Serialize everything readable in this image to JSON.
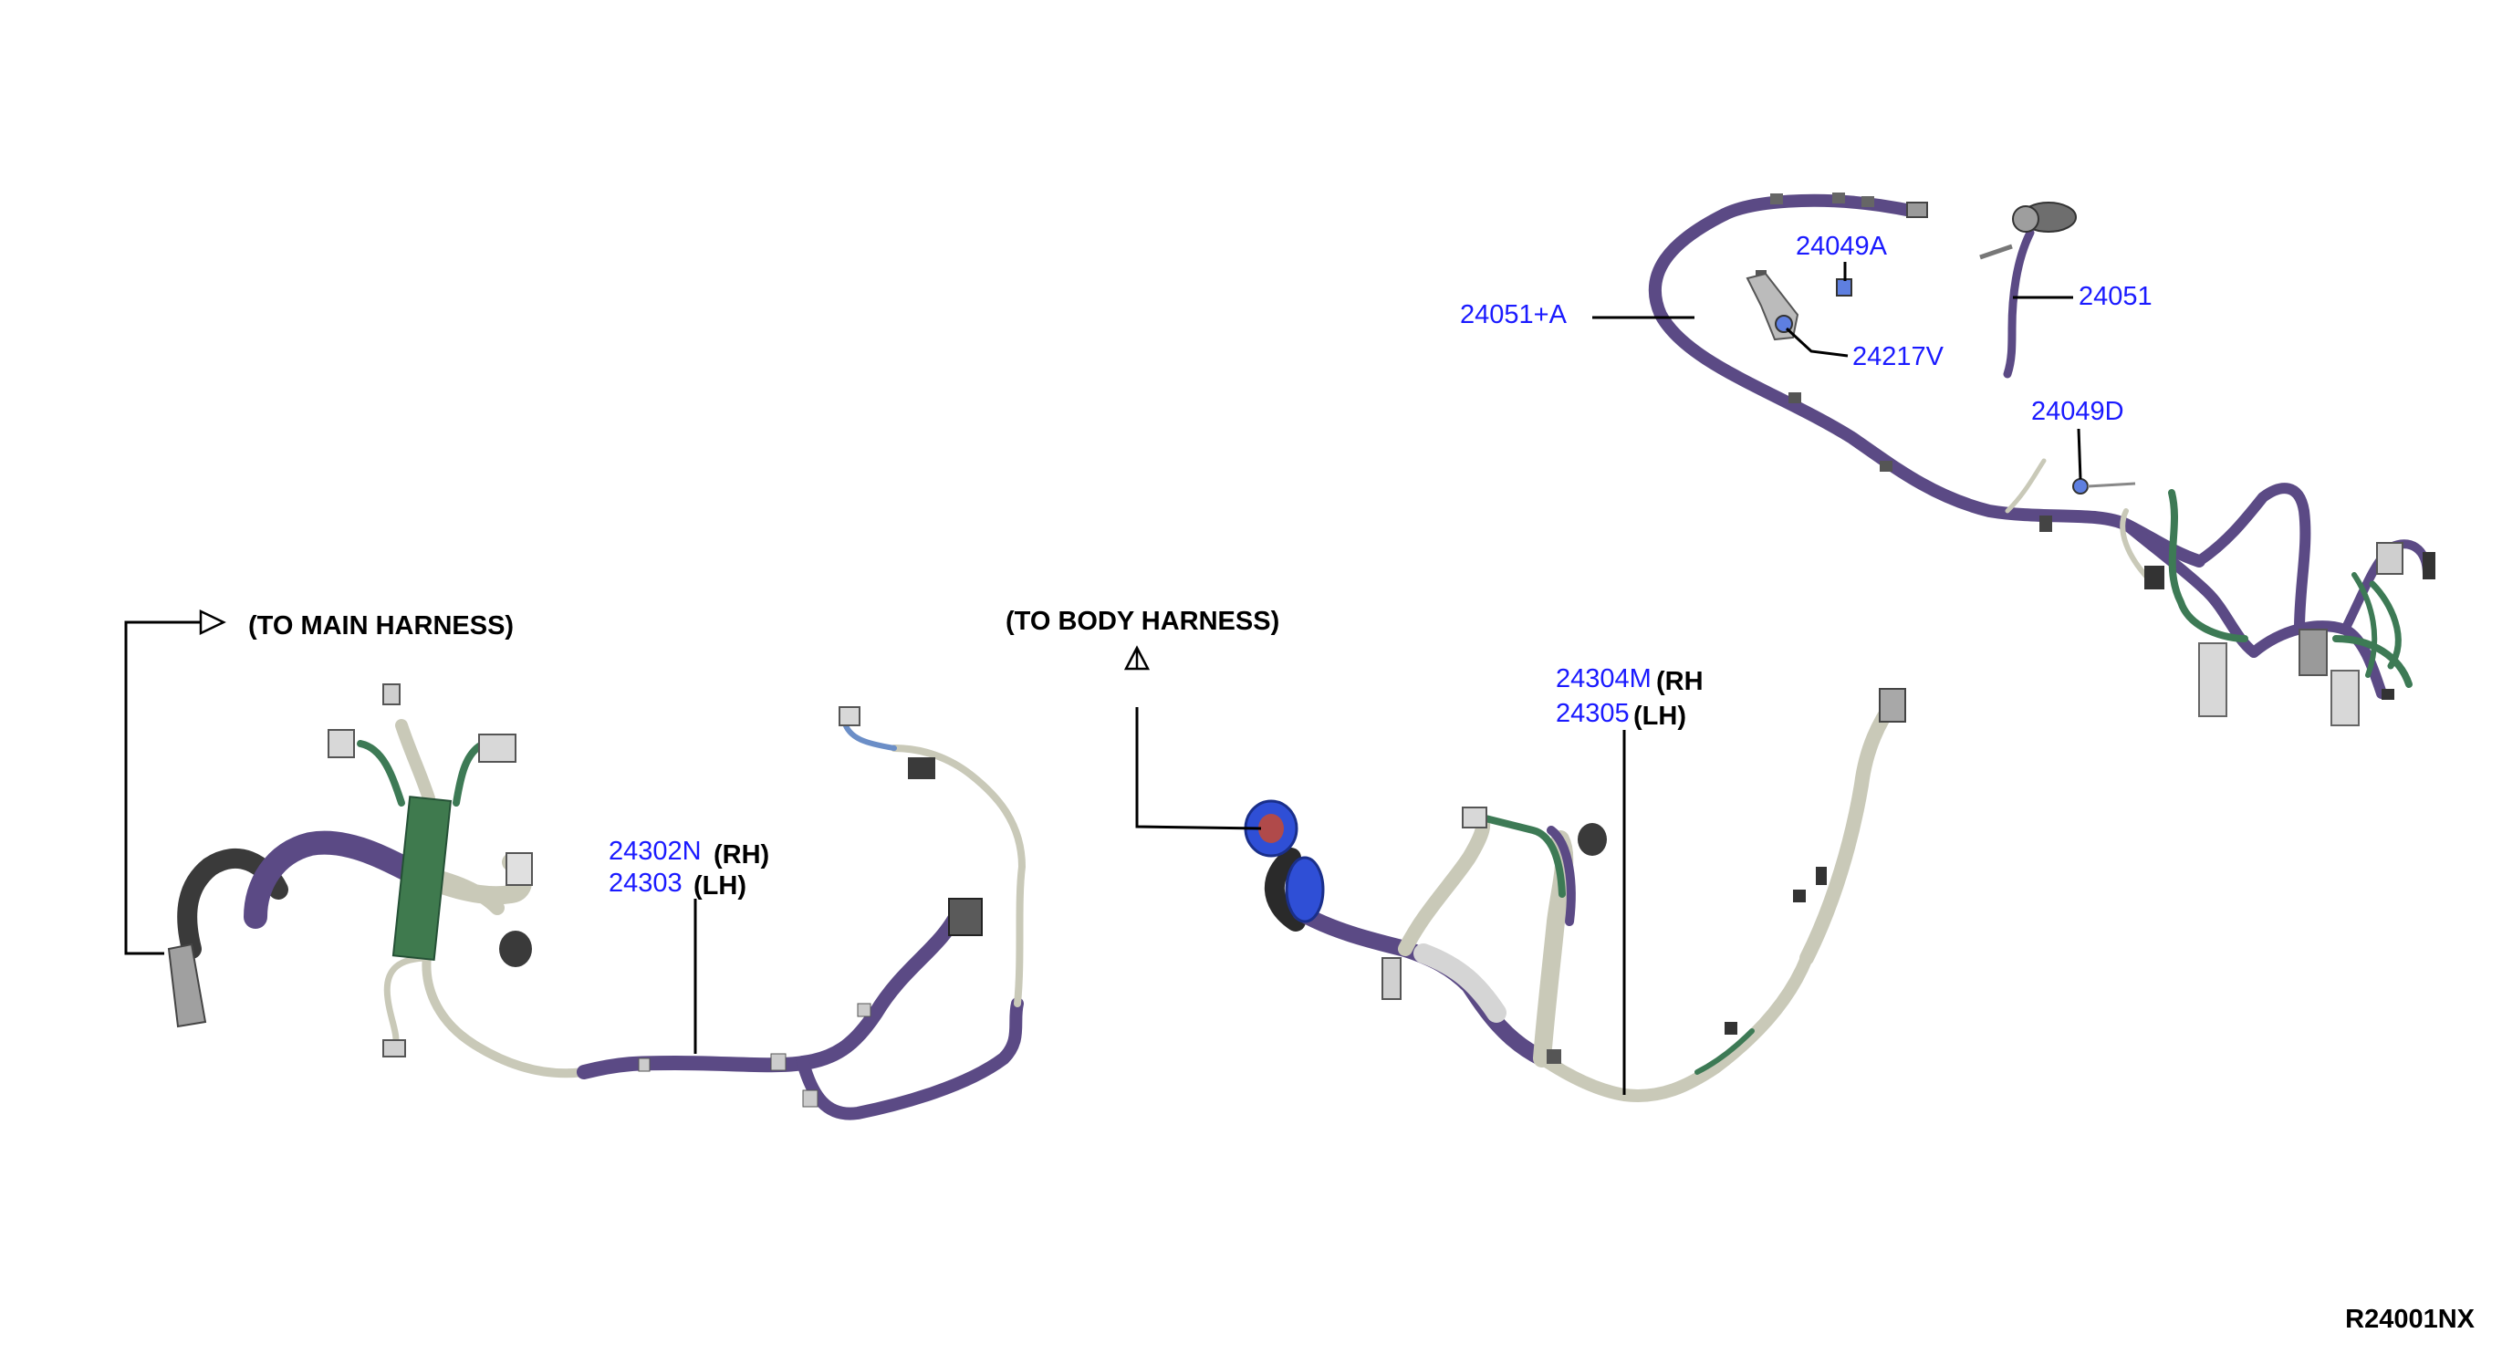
{
  "diagram_id": "R24001NX",
  "colors": {
    "part_link": "#1a1aff",
    "purple_wire": "#5b4a85",
    "gray_wire": "#c9c9b8",
    "green_wire": "#3d7a55",
    "blue_grommet": "#2f4fd6",
    "dark_connector": "#333333"
  },
  "callouts": {
    "part_24051_a": "24051+A",
    "part_24049a": "24049A",
    "part_24217v": "24217V",
    "part_24051": "24051",
    "part_24049d": "24049D",
    "part_24302n": "24302N",
    "part_24302n_side": "(RH)",
    "part_24303": "24303",
    "part_24303_side": "(LH)",
    "part_24304m": "24304M",
    "part_24304m_side": "(RH",
    "part_24305": "24305",
    "part_24305_side": "(LH)"
  },
  "notes": {
    "to_main_harness": "(TO MAIN HARNESS)",
    "to_body_harness": "(TO BODY HARNESS)"
  }
}
